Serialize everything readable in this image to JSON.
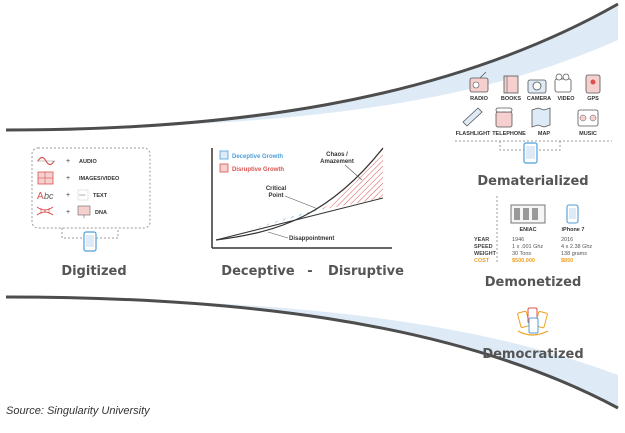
{
  "colors": {
    "band": "#deebf7",
    "outline": "#4d4d4d",
    "accent_blue": "#4f9fd8",
    "accent_red": "#d9534f",
    "cost": "#f0a020"
  },
  "digitized": {
    "items": [
      {
        "label": "AUDIO",
        "icon": "waveform-icon"
      },
      {
        "label": "IMAGES/VIDEO",
        "icon": "image-icon"
      },
      {
        "label": "TEXT",
        "icon": "text-icon"
      },
      {
        "label": "DNA",
        "icon": "dna-icon"
      }
    ],
    "title": "Digitized"
  },
  "chart": {
    "legend_deceptive": "Deceptive Growth",
    "legend_disruptive": "Disruptive Growth",
    "critical_point_1": "Critical",
    "critical_point_2": "Point",
    "chaos_1": "Chaos /",
    "chaos_2": "Amazement",
    "disappointment": "Disappointment"
  },
  "phase_title": {
    "left": "Deceptive",
    "sep": "-",
    "right": "Disruptive"
  },
  "dematerialized": {
    "top_row": [
      "RADIO",
      "BOOKS",
      "CAMERA",
      "VIDEO",
      "GPS"
    ],
    "bottom_row": [
      "FLASHLIGHT",
      "TELEPHONE",
      "MAP",
      "MUSIC"
    ],
    "title": "Dematerialized"
  },
  "demonetized": {
    "device_a": "ENIAC",
    "device_b": "iPhone 7",
    "row_labels": [
      "YEAR",
      "SPEED",
      "WEIGHT",
      "COST"
    ],
    "eniac": {
      "year": "1946",
      "speed": "1 x .001 Ghz",
      "weight": "30 Tons",
      "cost": "$500,000"
    },
    "iphone": {
      "year": "2016",
      "speed": "4 x 2.38 Ghz",
      "weight": "138 grams",
      "cost": "$850"
    },
    "title": "Demonetized"
  },
  "democratized": {
    "title": "Democratized"
  },
  "source": "Source: Singularity University"
}
